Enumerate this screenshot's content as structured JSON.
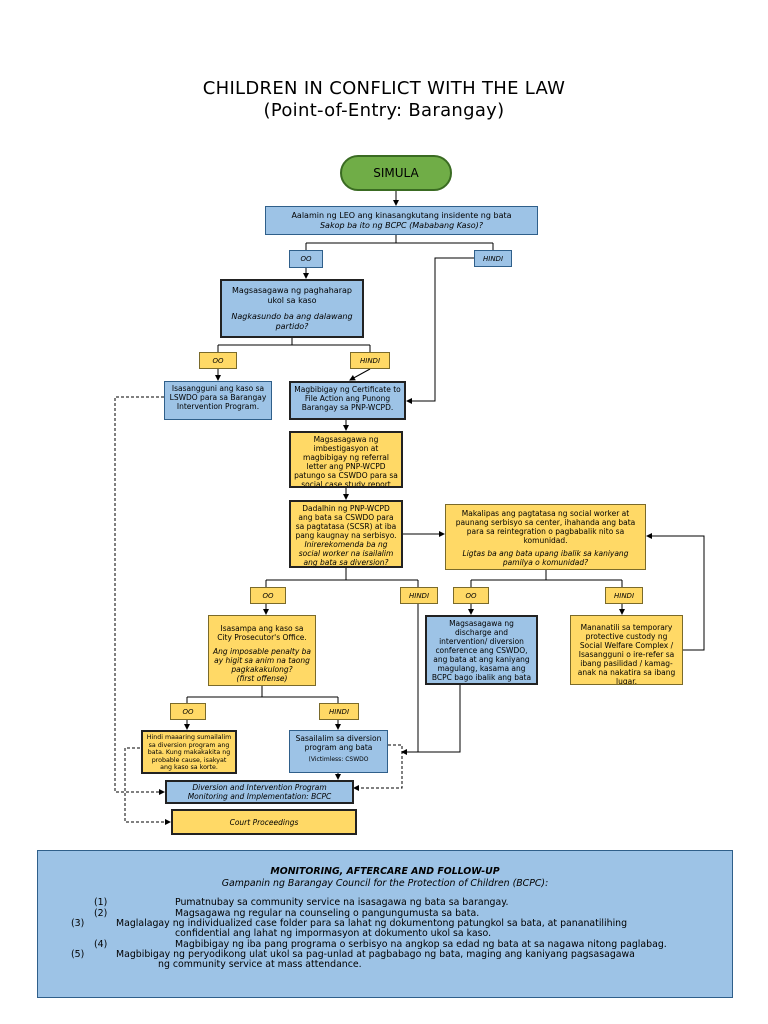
{
  "title": "CHILDREN IN CONFLICT WITH THE LAW",
  "subtitle": "(Point-of-Entry: Barangay)",
  "nodes": {
    "start": "SIMULA",
    "n1_line1": "Aalamin ng LEO ang kinasangkutang insidente ng bata",
    "n1_line2": "Sakop ba ito ng BCPC (Mababang Kaso)?",
    "lbl_oo_1": "OO",
    "lbl_hindi_1": "HINDI",
    "n2_line1": "Magsasagawa ng paghaharap ukol sa kaso",
    "n2_line2": "Nagkasundo ba ang dalawang partido?",
    "lbl_oo_2": "OO",
    "lbl_hindi_2": "HINDI",
    "n3": "Isasangguni ang kaso sa LSWDO para sa Barangay Intervention Program.",
    "n4": "Magbibigay ng Certificate to File Action ang Punong Barangay sa PNP-WCPD.",
    "n5": "Magsasagawa ng imbestigasyon at magbibigay ng referral letter ang PNP-WCPD patungo sa CSWDO para sa social case study report",
    "n6_line1": "Dadalhin ng PNP-WCPD ang bata sa CSWDO para sa pagtatasa (SCSR) at iba pang kaugnay na serbisyo.",
    "n6_line2": "Inirerekomenda ba ng social worker na isailalim ang bata sa diversion?",
    "n7_line1": "Makalipas ang pagtatasa ng social worker at paunang serbisyo sa center, ihahanda ang bata para sa reintegration o pagbabalik nito sa komunidad.",
    "n7_line2": "Ligtas ba ang bata upang ibalik sa kaniyang pamilya o komunidad?",
    "lbl_oo_3": "OO",
    "lbl_hindi_3": "HINDI",
    "lbl_oo_4": "OO",
    "lbl_hindi_4": "HINDI",
    "n8_line1": "Isasampa ang kaso sa City Prosecutor's Office.",
    "n8_line2": "Ang imposable penalty ba ay higit sa anim na taong pagkakakulong?",
    "n8_line3": "(first offense)",
    "n9": "Magsasagawa ng discharge and intervention/ diversion conference ang CSWDO, ang bata at ang kaniyang magulang, kasama ang BCPC bago ibalik ang bata sa komunidad.",
    "n10": "Mananatili sa temporary protective custody ng Social Welfare Complex / Isasangguni o ire-refer sa ibang pasilidad / kamag-anak na nakatira sa ibang lugar.",
    "lbl_oo_5": "OO",
    "lbl_hindi_5": "HINDI",
    "n11": "Hindi maaaring sumailalim sa diversion program ang bata. Kung makakakita ng probable cause, isakyat ang kaso sa korte.",
    "n12_line1": "Sasailalim sa diversion program ang bata",
    "n12_line2": "(Victimless: CSWDO",
    "n13_line1": "Diversion and Intervention Program",
    "n13_line2": "Monitoring and Implementation: BCPC",
    "n14": "Court Proceedings"
  },
  "monitoring": {
    "heading": "MONITORING, AFTERCARE AND FOLLOW-UP",
    "subheading": "Gampanin ng Barangay Council for the Protection of Children (BCPC):",
    "items": [
      {
        "num": "(1)",
        "text": "Pumatnubay sa community service na isasagawa ng bata sa barangay."
      },
      {
        "num": "(2)",
        "text": "Magsagawa ng regular na counseling o pangungumusta sa bata."
      },
      {
        "num": "(3)",
        "text": "Maglalagay ng individualized case folder para sa lahat ng dokumentong patungkol sa bata, at pananatilihing",
        "text2": "confidential ang lahat ng impormasyon at dokumento ukol sa kaso."
      },
      {
        "num": "(4)",
        "text": "Magbibigay ng iba pang programa o serbisyo na angkop sa edad ng bata at sa nagawa nitong paglabag."
      },
      {
        "num": "(5)",
        "text": "Magbibigay ng peryodikong ulat ukol sa pag-unlad at pagbabago ng bata, maging ang kaniyang pagsasagawa",
        "text2": "ng community service at mass attendance."
      }
    ]
  },
  "colors": {
    "blue": "#9dc3e6",
    "yellow": "#ffd966",
    "green": "#70ad47"
  }
}
